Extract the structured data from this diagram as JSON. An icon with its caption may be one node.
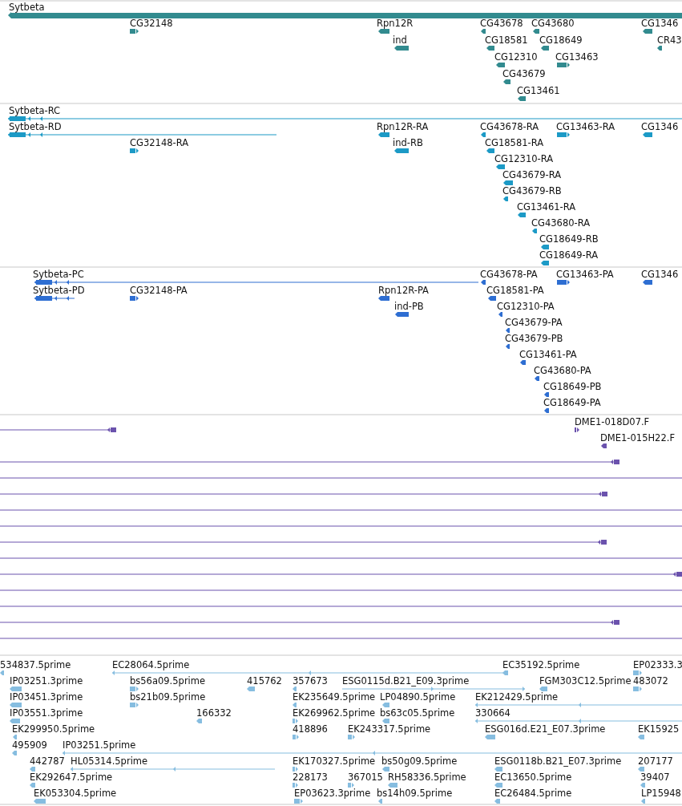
{
  "diagram": {
    "labels": [
      "Sytbeta",
      "CG32148",
      "Rpn12R",
      "CG43678",
      "CG43680",
      "CG1346",
      "ind",
      "CG18581",
      "CG18649",
      "CR43",
      "CG12310",
      "CG13463",
      "CG43679",
      "CG13461",
      "Sytbeta-RC",
      "Sytbeta-RD",
      "Rpn12R-RA",
      "CG43678-RA",
      "CG13463-RA",
      "CG1346",
      "CG32148-RA",
      "ind-RB",
      "CG18581-RA",
      "CG12310-RA",
      "CG43679-RA",
      "CG43679-RB",
      "CG13461-RA",
      "CG43680-RA",
      "CG18649-RB",
      "CG18649-RA",
      "Sytbeta-PC",
      "CG43678-PA",
      "CG13463-PA",
      "CG1346",
      "Sytbeta-PD",
      "CG32148-PA",
      "Rpn12R-PA",
      "CG18581-PA",
      "ind-PB",
      "CG12310-PA",
      "CG43679-PA",
      "CG43679-PB",
      "CG13461-PA",
      "CG43680-PA",
      "CG18649-PB",
      "CG18649-PA",
      "DME1-018D07.F",
      "DME1-015H22.F",
      "534837.5prime",
      "EC28064.5prime",
      "EC35192.5prime",
      "EP02333.3",
      "IP03251.3prime",
      "bs56a09.5prime",
      "415762",
      "357673",
      "ESG0115d.B21_E09.3prime",
      "FGM303C12.5prime",
      "483072",
      "IP03451.3prime",
      "bs21b09.5prime",
      "EK235649.5prime",
      "LP04890.5prime",
      "EK212429.5prime",
      "IP03551.3prime",
      "166332",
      "EK269962.5prime",
      "bs63c05.5prime",
      "330664",
      "EK299950.5prime",
      "418896",
      "EK243317.5prime",
      "ESG016d.E21_E07.3prime",
      "EK15925",
      "495909",
      "IP03251.5prime",
      "442787",
      "HL05314.5prime",
      "EK170327.5prime",
      "bs50g09.5prime",
      "ESG0118b.B21_E07.3prime",
      "207177",
      "EK292647.5prime",
      "228173",
      "367015",
      "RH58336.5prime",
      "EC13650.5prime",
      "39407",
      "EK053304.5prime",
      "EP03623.3prime",
      "bs14h09.5prime",
      "EC26484.5prime",
      "LP15948"
    ]
  }
}
